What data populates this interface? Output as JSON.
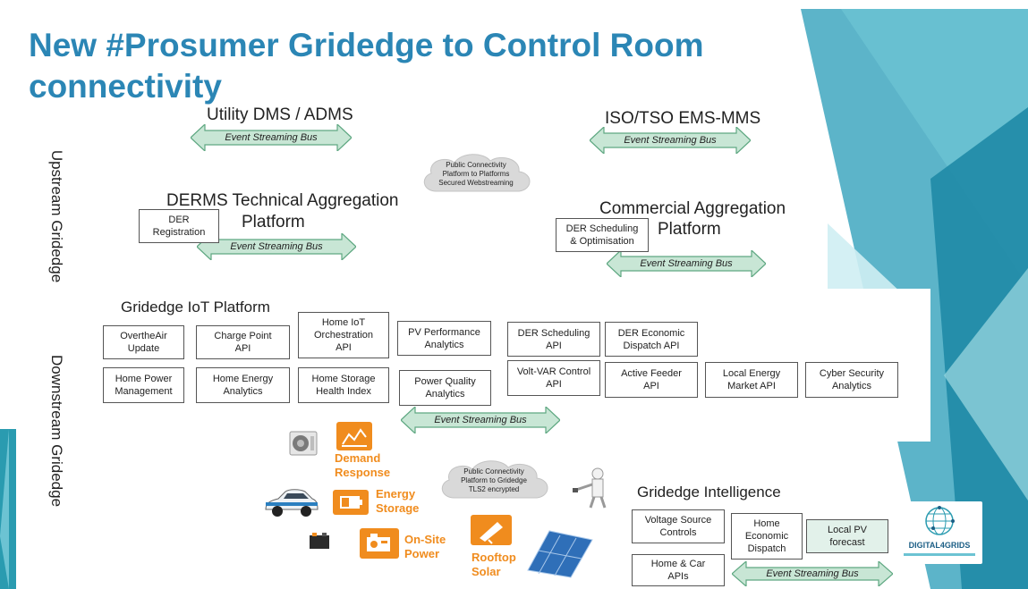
{
  "title": "New #Prosumer Gridedge to Control Room connectivity",
  "side_labels": {
    "upstream": "Upstream Gridedge",
    "downstream": "Downstream Gridedge"
  },
  "headings": {
    "utility": "Utility DMS / ADMS",
    "iso": "ISO/TSO EMS-MMS",
    "derms": "DERMS Technical Aggregation",
    "derms_platform": "Platform",
    "commercial": "Commercial Aggregation",
    "commercial_platform": "Platform",
    "iot": "Gridedge IoT Platform",
    "intelligence": "Gridedge Intelligence"
  },
  "bus_label": "Event Streaming Bus",
  "clouds": {
    "upper": "Public Connectivity\nPlatform to Platforms\nSecured Webstreaming",
    "lower": "Public Connectivity\nPlatform to Gridedge\nTLS2 encrypted"
  },
  "upstream_boxes": {
    "der_registration": "DER\nRegistration",
    "der_scheduling_opt": "DER Scheduling\n& Optimisation"
  },
  "iot_boxes": {
    "ota": "OvertheAir\nUpdate",
    "charge_point": "Charge Point\nAPI",
    "home_iot": "Home IoT\nOrchestration\nAPI",
    "pv_performance": "PV Performance\nAnalytics",
    "der_scheduling_api": "DER Scheduling\nAPI",
    "der_economic": "DER Economic\nDispatch API",
    "home_power": "Home Power\nManagement",
    "home_energy": "Home Energy\nAnalytics",
    "home_storage": "Home Storage\nHealth Index",
    "power_quality": "Power Quality\nAnalytics",
    "volt_var": "Volt-VAR Control\nAPI",
    "active_feeder": "Active Feeder\nAPI",
    "local_energy": "Local Energy\nMarket API",
    "cyber": "Cyber Security\nAnalytics"
  },
  "intel_boxes": {
    "voltage": "Voltage Source\nControls",
    "home_econ": "Home\nEconomic\nDispatch",
    "local_pv": "Local PV\nforecast",
    "home_car": "Home & Car\nAPIs"
  },
  "resources": {
    "demand": "Demand\nResponse",
    "storage": "Energy\nStorage",
    "onsite": "On-Site\nPower",
    "rooftop": "Rooftop\nSolar"
  },
  "logo_text": "DIGITAL4GRIDS",
  "colors": {
    "title": "#2b86b5",
    "bus_fill": "#c8e6d5",
    "bus_stroke": "#5fa882",
    "orange": "#f08c1e",
    "teal": "#2a9bb0"
  }
}
